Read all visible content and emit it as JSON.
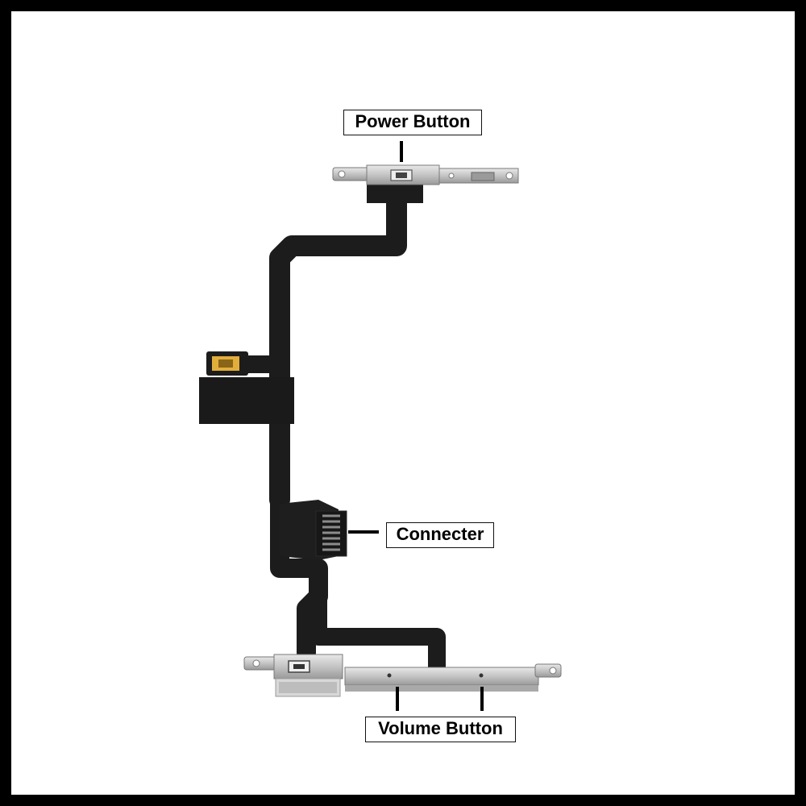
{
  "colors": {
    "border": "#000000",
    "background": "#ffffff",
    "flex_cable": "#1c1c1c",
    "metal_bracket": "#c9c9c9",
    "contact_pad": "#e6b84a"
  },
  "labels": {
    "power": "Power Button",
    "connector": "Connecter",
    "volume": "Volume Button"
  }
}
